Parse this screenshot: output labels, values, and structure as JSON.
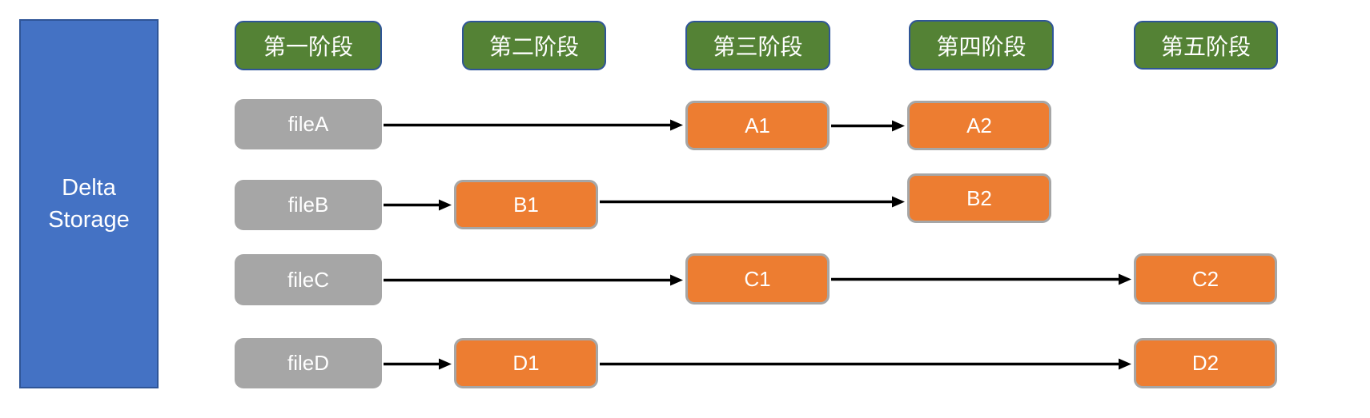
{
  "storage": {
    "label": "Delta Storage"
  },
  "stages": [
    {
      "id": "stage-1",
      "label": "第一阶段"
    },
    {
      "id": "stage-2",
      "label": "第二阶段"
    },
    {
      "id": "stage-3",
      "label": "第三阶段"
    },
    {
      "id": "stage-4",
      "label": "第四阶段"
    },
    {
      "id": "stage-5",
      "label": "第五阶段"
    }
  ],
  "files": [
    {
      "id": "fileA",
      "label": "fileA"
    },
    {
      "id": "fileB",
      "label": "fileB"
    },
    {
      "id": "fileC",
      "label": "fileC"
    },
    {
      "id": "fileD",
      "label": "fileD"
    }
  ],
  "versions": [
    {
      "id": "A1",
      "label": "A1"
    },
    {
      "id": "B1",
      "label": "B1"
    },
    {
      "id": "C1",
      "label": "C1"
    },
    {
      "id": "D1",
      "label": "D1"
    },
    {
      "id": "A2",
      "label": "A2"
    },
    {
      "id": "B2",
      "label": "B2"
    },
    {
      "id": "C2",
      "label": "C2"
    },
    {
      "id": "D2",
      "label": "D2"
    }
  ],
  "connections": [
    {
      "from": "fileA",
      "to": "A1"
    },
    {
      "from": "A1",
      "to": "A2"
    },
    {
      "from": "fileB",
      "to": "B1"
    },
    {
      "from": "B1",
      "to": "B2"
    },
    {
      "from": "fileC",
      "to": "C1"
    },
    {
      "from": "C1",
      "to": "C2"
    },
    {
      "from": "fileD",
      "to": "D1"
    },
    {
      "from": "D1",
      "to": "D2"
    }
  ],
  "colors": {
    "storage_fill": "#4472C4",
    "storage_border": "#2F5597",
    "stage_fill": "#548235",
    "stage_border": "#2F5597",
    "file_fill": "#A6A6A6",
    "version_fill": "#ED7D31",
    "version_border": "#A6A6A6",
    "arrow": "#000000",
    "text": "#FFFFFF"
  }
}
